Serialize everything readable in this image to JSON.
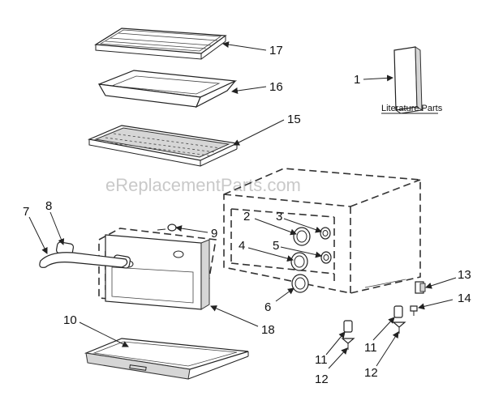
{
  "watermark": "eReplacementParts.com",
  "literature": {
    "label": "Literature Parts"
  },
  "callouts": [
    {
      "number": "17"
    },
    {
      "number": "16"
    },
    {
      "number": "15"
    },
    {
      "number": "1"
    },
    {
      "number": "7"
    },
    {
      "number": "8"
    },
    {
      "number": "9"
    },
    {
      "number": "2"
    },
    {
      "number": "3"
    },
    {
      "number": "4"
    },
    {
      "number": "5"
    },
    {
      "number": "6"
    },
    {
      "number": "13"
    },
    {
      "number": "14"
    },
    {
      "number": "18"
    },
    {
      "number": "10"
    },
    {
      "number": "11"
    },
    {
      "number": "11"
    },
    {
      "number": "12"
    },
    {
      "number": "12"
    }
  ]
}
